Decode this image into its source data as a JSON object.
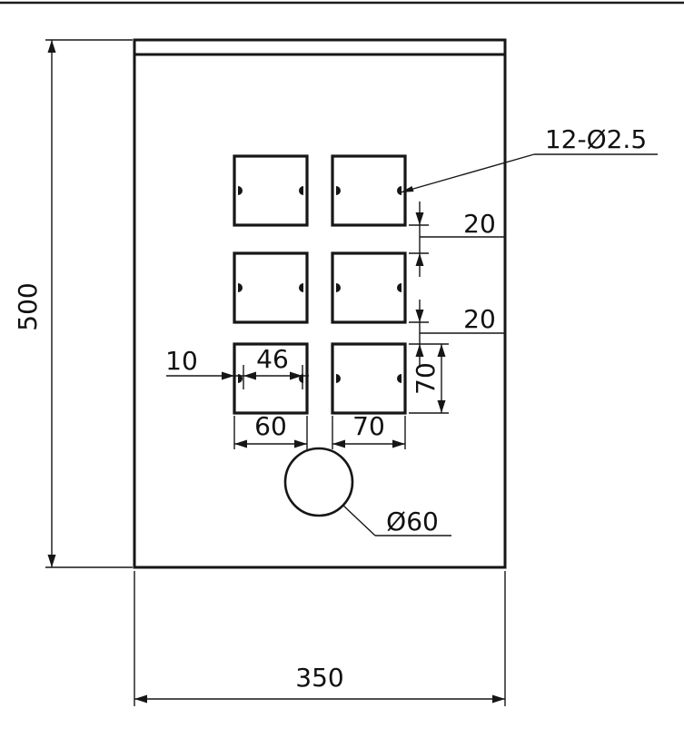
{
  "drawing": {
    "dims": {
      "plate_height": "500",
      "plate_width": "350",
      "holes_callout": "12-Ø2.5",
      "center_hole": "Ø60",
      "row_gap_upper": "20",
      "row_gap_lower": "20",
      "pocket_height": "70",
      "edge_to_hole": "10",
      "hole_spacing": "46",
      "pocket_width": "60",
      "pocket_pitch": "70"
    },
    "colors": {
      "line": "#161616",
      "paper": "#ffffff"
    }
  }
}
